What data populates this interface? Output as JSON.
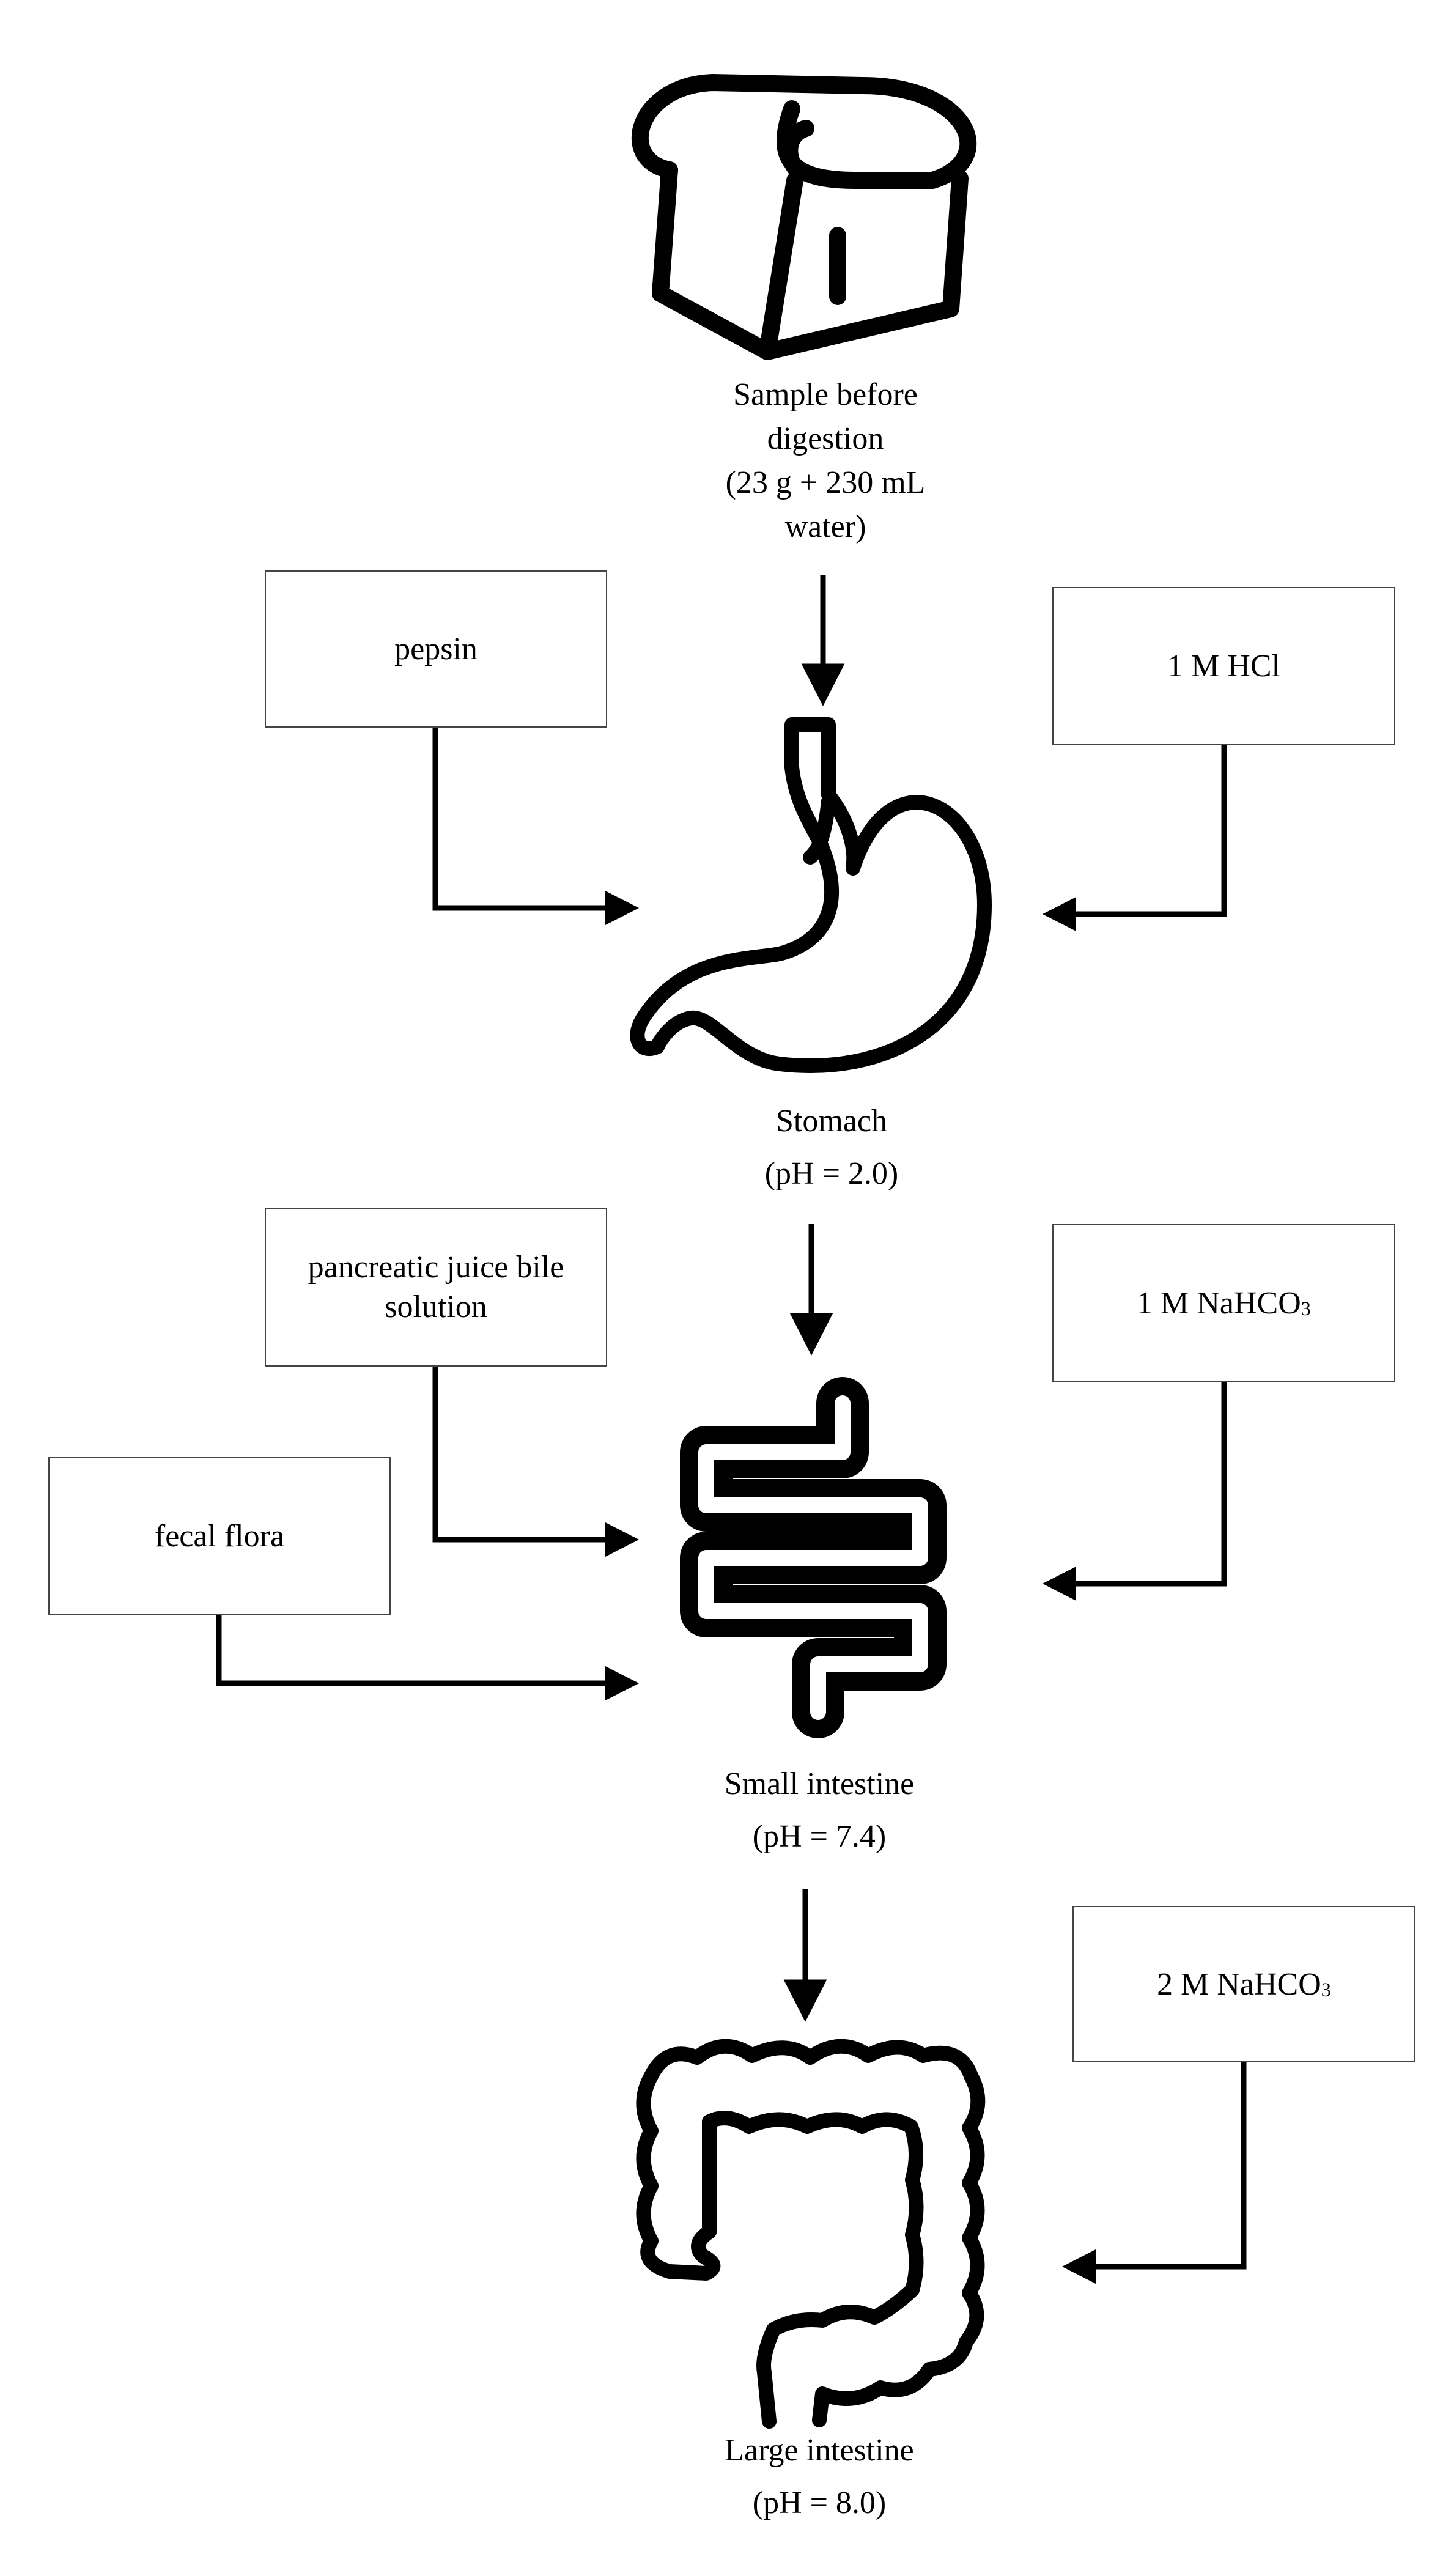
{
  "sample": {
    "line1": "Sample before",
    "line2": "digestion",
    "line3": "(23 g + 230 mL",
    "line4": "water)"
  },
  "stomach": {
    "name": "Stomach",
    "ph": "(pH = 2.0)"
  },
  "small_intestine": {
    "name": "Small intestine",
    "ph": "(pH = 7.4)"
  },
  "large_intestine": {
    "name": "Large intestine",
    "ph": "(pH = 8.0)"
  },
  "reagents": {
    "pepsin": "pepsin",
    "hcl": "1 M HCl",
    "pancreatic_line1": "pancreatic juice bile",
    "pancreatic_line2": "solution",
    "nahco3_1m_main": "1 M NaHCO",
    "nahco3_1m_sub": "3",
    "fecal": "fecal flora",
    "nahco3_2m_main": "2 M NaHCO",
    "nahco3_2m_sub": "3"
  },
  "icons": [
    "bread-icon",
    "stomach-icon",
    "small-intestine-icon",
    "large-intestine-icon"
  ]
}
